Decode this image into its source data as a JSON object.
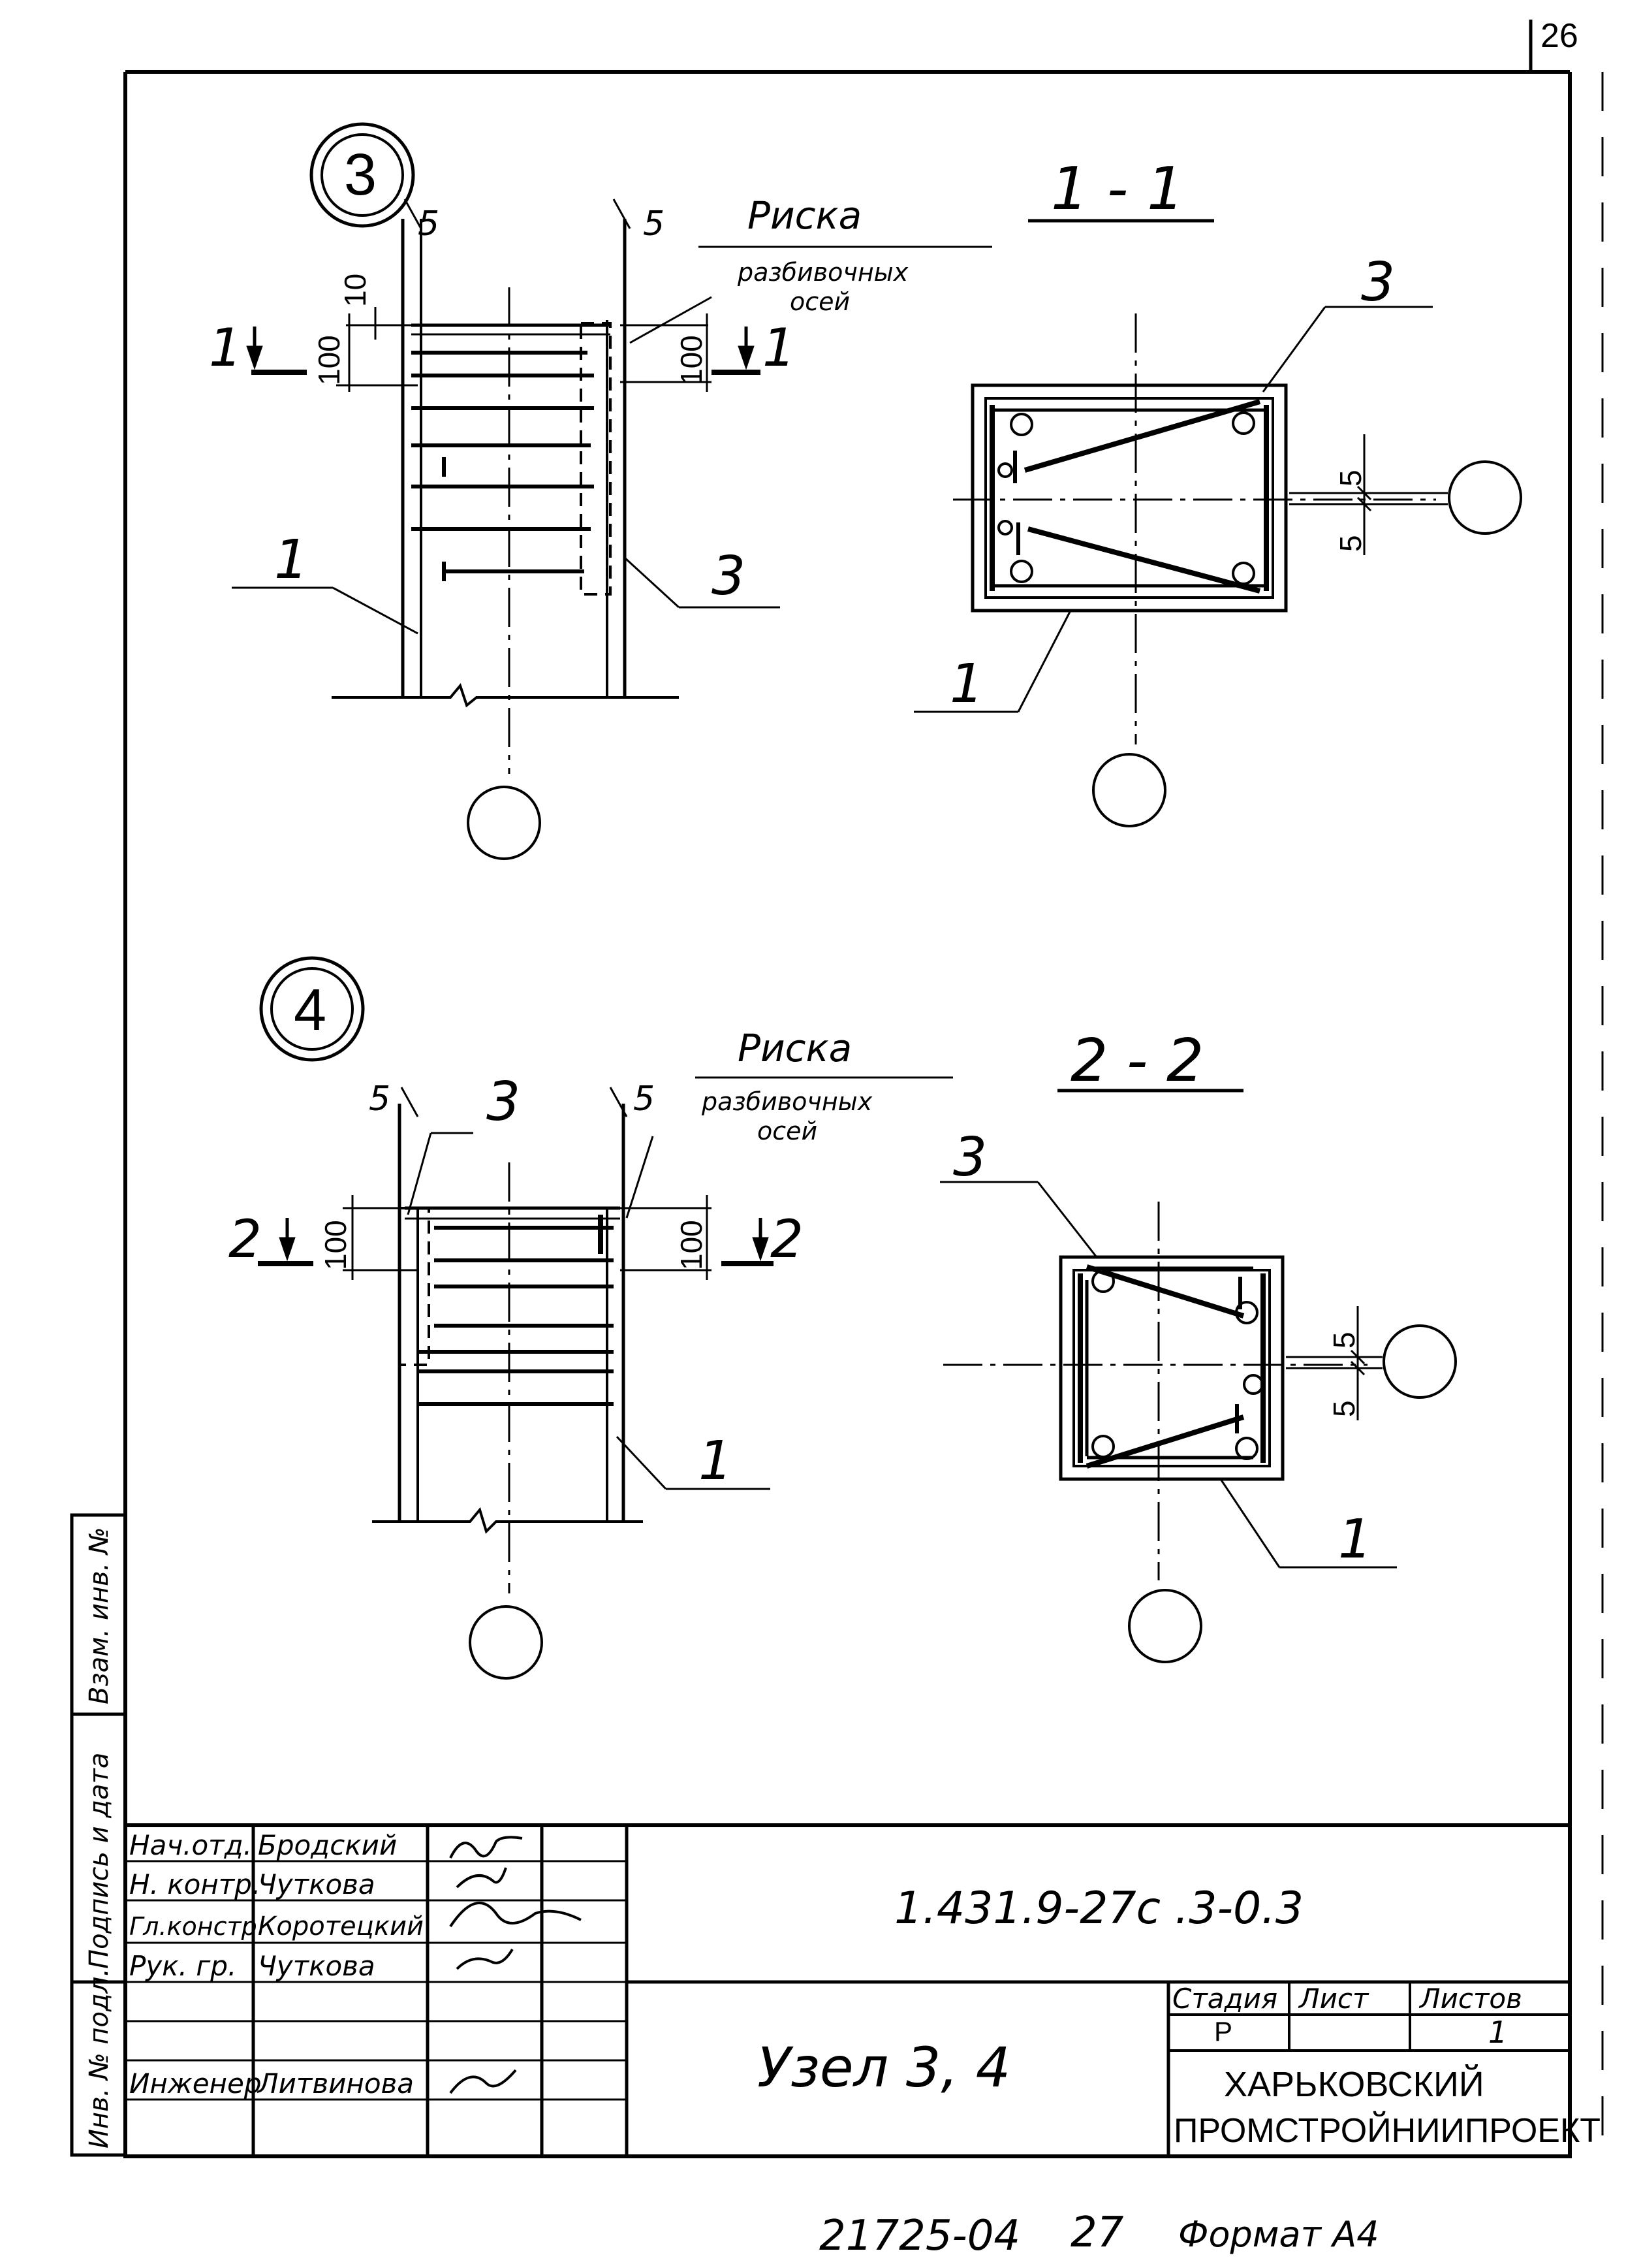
{
  "sheet": {
    "page_number": "26",
    "bottom_code": "21725-04",
    "bottom_num": "27",
    "format": "Формат А4"
  },
  "node3": {
    "circle_label": "3",
    "section_mark": "1",
    "dim_top_left": "5",
    "dim_top_right": "5",
    "dim_10": "10",
    "dim_100_left": "100",
    "dim_100_right": "100",
    "note_title": "Риска",
    "note_line1": "разбивочных",
    "note_line2": "осей",
    "pos_1": "1",
    "pos_3": "3"
  },
  "section11": {
    "title": "1 - 1",
    "pos_3": "3",
    "pos_1": "1",
    "dim_5a": "5",
    "dim_5b": "5"
  },
  "node4": {
    "circle_label": "4",
    "section_mark": "2",
    "dim_top_left": "5",
    "dim_top_right": "5",
    "pos_3_top": "3",
    "dim_100_left": "100",
    "dim_100_right": "100",
    "note_title": "Риска",
    "note_line1": "разбивочных",
    "note_line2": "осей",
    "pos_1": "1"
  },
  "section22": {
    "title": "2 - 2",
    "pos_3": "3",
    "pos_1": "1",
    "dim_5a": "5",
    "dim_5b": "5"
  },
  "side_stamp": {
    "col1": "Взам. инв. №",
    "col2": "Подпись и дата",
    "col3": "Инв. № подл."
  },
  "title_block": {
    "roles": [
      "Нач.отд.",
      "Н. контр.",
      "Гл.констр.",
      "Рук. гр.",
      "",
      "",
      "Инженер",
      ""
    ],
    "names": [
      "Бродский",
      "Чуткова",
      "Коротецкий",
      "Чуткова",
      "",
      "",
      "Литвинова",
      ""
    ],
    "doc_code": "1.431.9-27с .3-0.3",
    "drawing_title": "Узел 3, 4",
    "stage_header": "Стадия",
    "sheet_header": "Лист",
    "sheets_header": "Листов",
    "stage_value": "Р",
    "sheet_value": "",
    "sheets_value": "1",
    "org_line1": "ХАРЬКОВСКИЙ",
    "org_line2": "ПРОМСТРОЙНИИПРОЕКТ"
  }
}
